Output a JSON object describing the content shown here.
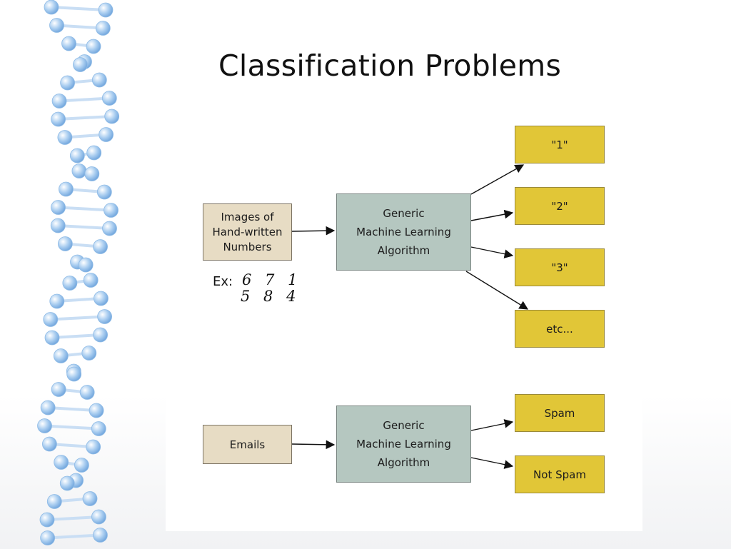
{
  "slide": {
    "title": "Classification Problems"
  },
  "diagram": {
    "digits_example": {
      "label": "Ex:",
      "row1": "6 7 1",
      "row2": "5 8 4"
    },
    "row1": {
      "input": "Images of\nHand-written\nNumbers",
      "algorithm": "Generic\nMachine Learning\nAlgorithm",
      "outputs": [
        "\"1\"",
        "\"2\"",
        "\"3\"",
        "etc..."
      ]
    },
    "row2": {
      "input": "Emails",
      "algorithm": "Generic\nMachine Learning\nAlgorithm",
      "outputs": [
        "Spam",
        "Not Spam"
      ]
    }
  },
  "colors": {
    "input_box": "#e7dcc4",
    "algorithm_box": "#b5c7c0",
    "output_box": "#e1c637",
    "dna_sphere": "#a9cdf0"
  }
}
